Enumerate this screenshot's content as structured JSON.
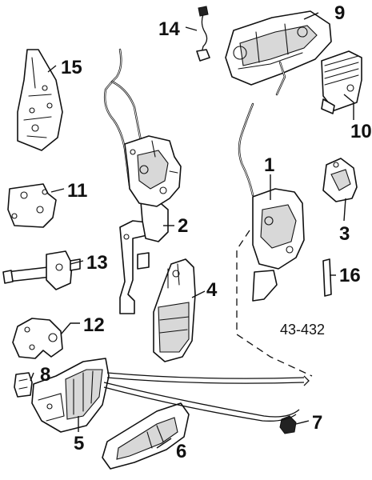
{
  "diagram": {
    "callouts": [
      "1",
      "2",
      "3",
      "4",
      "5",
      "6",
      "7",
      "8",
      "9",
      "10",
      "11",
      "12",
      "13",
      "14",
      "15",
      "16"
    ],
    "part_number": "43-432"
  }
}
